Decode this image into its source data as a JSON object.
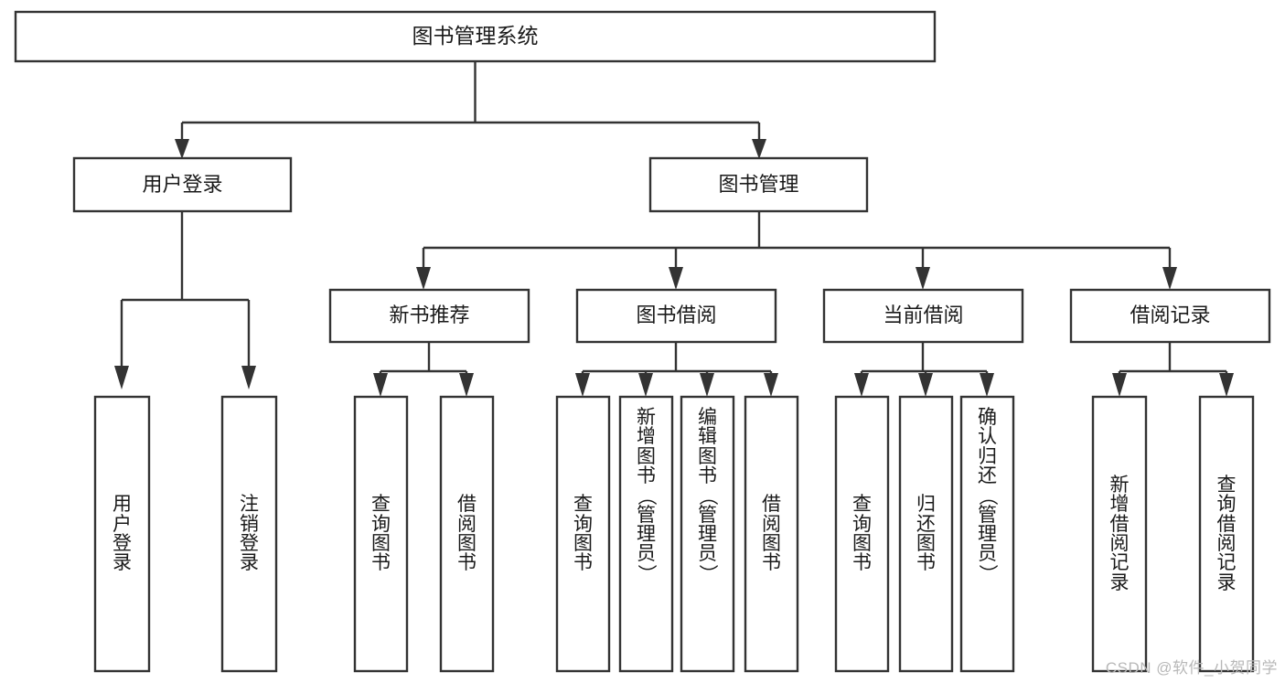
{
  "diagram": {
    "type": "hierarchy-tree",
    "title": "图书管理系统",
    "watermark": "CSDN @软件_小贺同学",
    "colors": {
      "stroke": "#333333",
      "fill": "#ffffff",
      "text": "#1a1a1a",
      "watermark": "#b8b8b8"
    },
    "root": {
      "label": "图书管理系统"
    },
    "level1": [
      {
        "label": "用户登录"
      },
      {
        "label": "图书管理"
      }
    ],
    "level2": [
      {
        "label": "新书推荐"
      },
      {
        "label": "图书借阅"
      },
      {
        "label": "当前借阅"
      },
      {
        "label": "借阅记录"
      }
    ],
    "leaves": {
      "user_login": [
        {
          "label": "用户登录"
        },
        {
          "label": "注销登录"
        }
      ],
      "new_book_recommend": [
        {
          "label": "查询图书"
        },
        {
          "label": "借阅图书"
        }
      ],
      "book_borrow": [
        {
          "label": "查询图书"
        },
        {
          "label": "新增图书（管理员）"
        },
        {
          "label": "编辑图书（管理员）"
        },
        {
          "label": "借阅图书"
        }
      ],
      "current_borrow": [
        {
          "label": "查询图书"
        },
        {
          "label": "归还图书"
        },
        {
          "label": "确认归还（管理员）"
        }
      ],
      "borrow_record": [
        {
          "label": "新增借阅记录"
        },
        {
          "label": "查询借阅记录"
        }
      ]
    }
  }
}
